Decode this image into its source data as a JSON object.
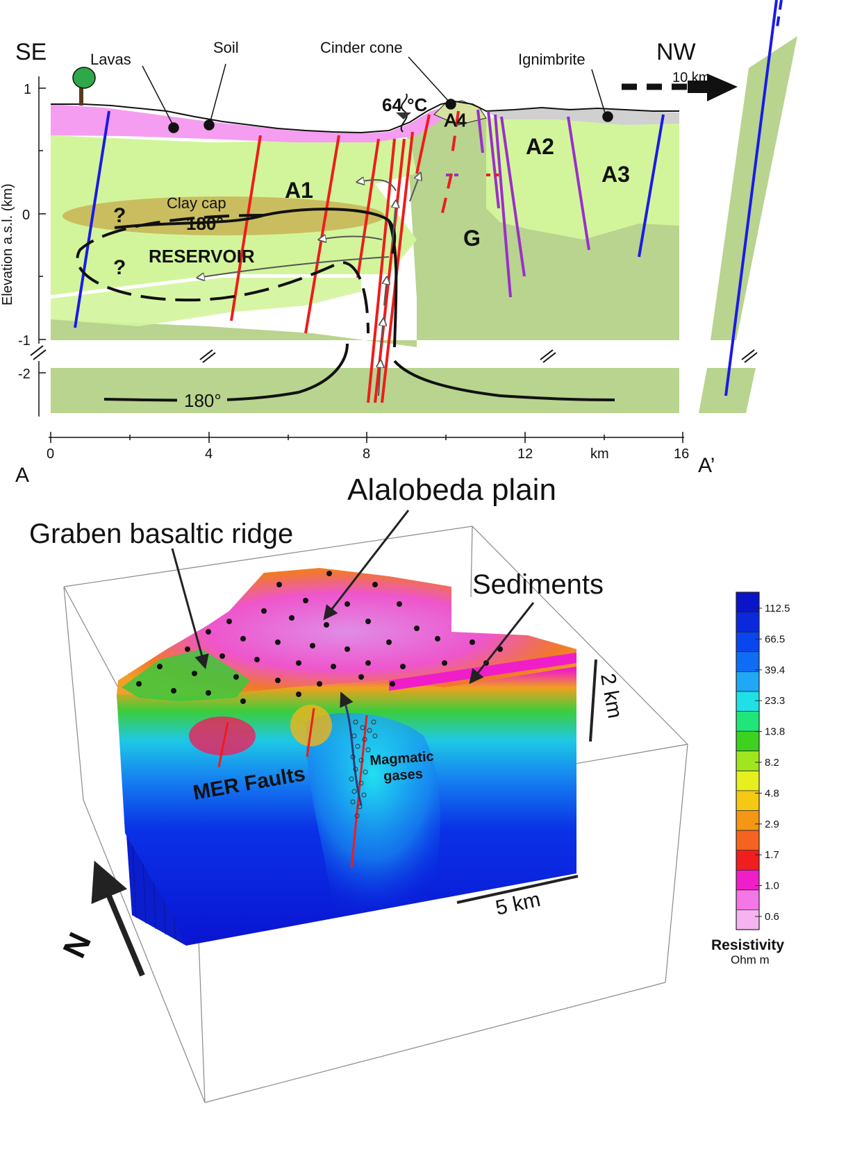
{
  "section": {
    "end_left": "SE",
    "end_right": "NW",
    "label_lavas": "Lavas",
    "label_soil": "Soil",
    "label_cinder_cone": "Cinder cone",
    "label_ignimbrite": "Ignimbrite",
    "label_temperature": "64 °C",
    "label_a4": "A4",
    "label_a1": "A1",
    "label_a2": "A2",
    "label_a3": "A3",
    "label_g": "G",
    "label_clay_cap": "Clay  cap",
    "label_reservoir": "RESERVOIR",
    "label_isotherm_upper": "180°",
    "label_isotherm_lower": "180°",
    "question_mark": "?",
    "distance_arrow_label": "10 km",
    "y_axis_title": "Elevation a.s.l. (km)",
    "y_ticks": [
      "1",
      "0",
      "-1",
      "-2"
    ],
    "x_ticks": [
      "0",
      "4",
      "8",
      "12",
      "16"
    ],
    "x_unit": "km",
    "profile_start": "A",
    "profile_end": "A’",
    "colors": {
      "lavas": "#f59df0",
      "volcanics": "#d2f59b",
      "basement": "#b8d48f",
      "clay_cap": "#c9b355",
      "fault_red": "#ee1c1c",
      "fault_blue": "#1a1ae6",
      "fault_purple": "#9b2fc9",
      "ignimbrite": "#cccccc"
    }
  },
  "model3d": {
    "title_plain": "Alalobeda plain",
    "title_ridge": "Graben basaltic ridge",
    "title_sediments": "Sediments",
    "label_faults": "MER Faults",
    "label_gases": "Magmatic\ngases",
    "scale_vertical": "2 km",
    "scale_horizontal": "5 km",
    "north": "N"
  },
  "legend": {
    "title": "Resistivity",
    "unit": "Ohm m",
    "ticks": [
      "112.5",
      "66.5",
      "39.4",
      "23.3",
      "13.8",
      "8.2",
      "4.8",
      "2.9",
      "1.7",
      "1.0",
      "0.6"
    ],
    "colors": [
      "#0a14c8",
      "#0a28dc",
      "#0a46ef",
      "#0f6cf5",
      "#1ea8f5",
      "#1ee0e6",
      "#1ee678",
      "#3cd21e",
      "#a0e61e",
      "#e6f01e",
      "#f5c814",
      "#f59614",
      "#f5641e",
      "#f01e1e",
      "#f01ec8",
      "#f576e6",
      "#f5b4f0"
    ]
  }
}
